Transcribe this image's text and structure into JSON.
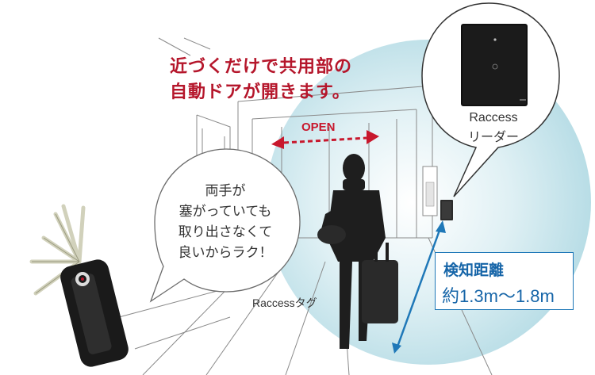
{
  "headline": {
    "line1": "近づくだけで共用部の",
    "line2": "自動ドアが開きます。"
  },
  "door": {
    "open_label": "OPEN"
  },
  "speech_bubble": {
    "lines": [
      "両手が",
      "塞がっていても",
      "取り出さなくて",
      "良いからラク！"
    ]
  },
  "reader": {
    "label_line1": "Raccess",
    "label_line2": "リーダー"
  },
  "tag": {
    "label": "Raccessタグ"
  },
  "detection": {
    "title": "検知距離",
    "value": "約1.3m〜1.8m"
  },
  "colors": {
    "headline": "#b5162b",
    "open_arrow": "#c8182d",
    "distance_accent": "#1f78b8",
    "detection_zone": "#bfe2ea"
  },
  "icons": {
    "reader": "card-reader-icon",
    "tag": "key-fob-icon",
    "person": "person-with-suitcase-icon"
  }
}
